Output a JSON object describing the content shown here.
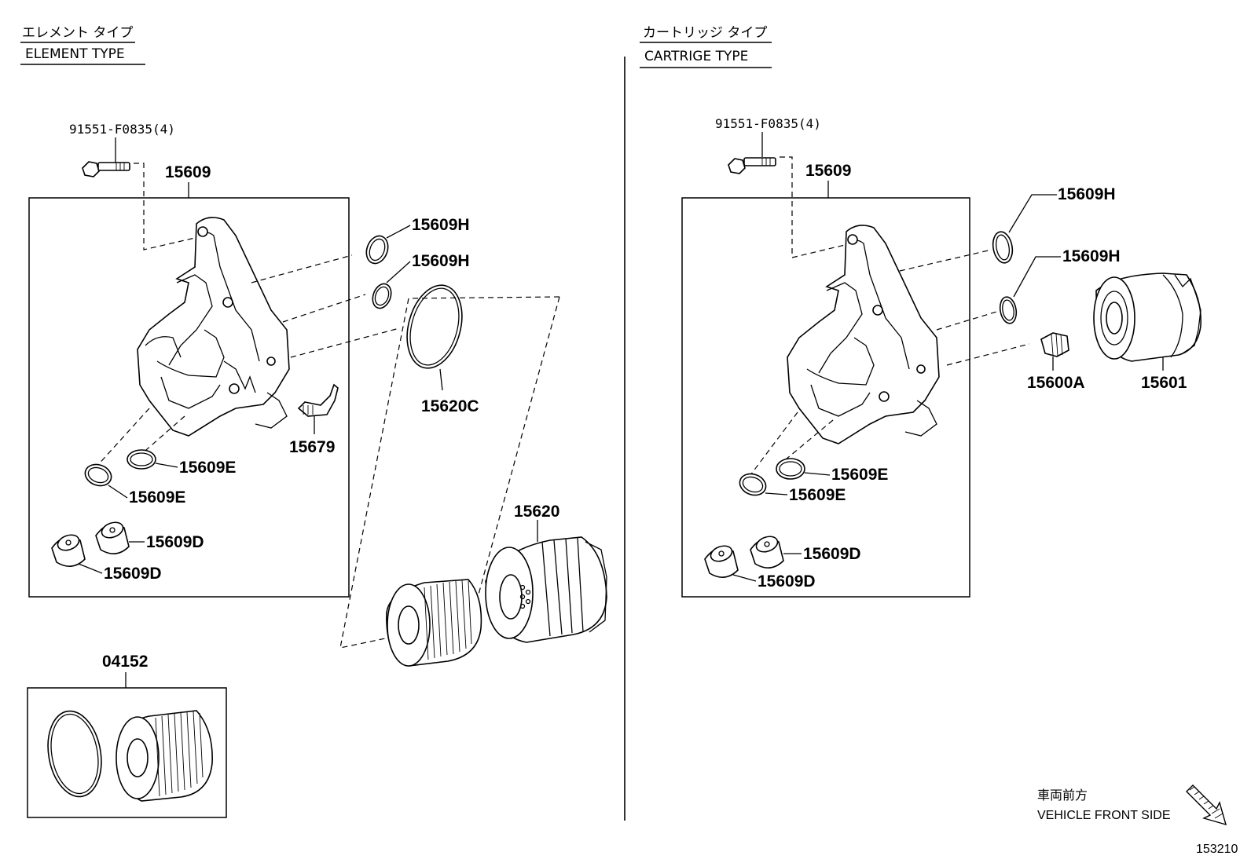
{
  "headers": {
    "element_type_jp": "エレメント タイプ",
    "element_type": "ELEMENT TYPE",
    "cartridge_type_jp": "カートリッジ タイプ",
    "cartridge_type": "CARTRIGE TYPE"
  },
  "left": {
    "bolt": "91551-F0835(4)",
    "housing": "15609",
    "oring_h1": "15609H",
    "oring_h2": "15609H",
    "gasket_c": "15620C",
    "clip": "15679",
    "oring_e1": "15609E",
    "oring_e2": "15609E",
    "plug_d1": "15609D",
    "plug_d2": "15609D",
    "cap": "15620",
    "kit": "04152"
  },
  "right": {
    "bolt": "91551-F0835(4)",
    "housing": "15609",
    "oring_h1": "15609H",
    "oring_h2": "15609H",
    "union": "15600A",
    "filter": "15601",
    "oring_e1": "15609E",
    "oring_e2": "15609E",
    "plug_d1": "15609D",
    "plug_d2": "15609D"
  },
  "footer": {
    "direction_jp": "車両前方",
    "direction": "VEHICLE FRONT SIDE",
    "diagram_code": "153210"
  }
}
